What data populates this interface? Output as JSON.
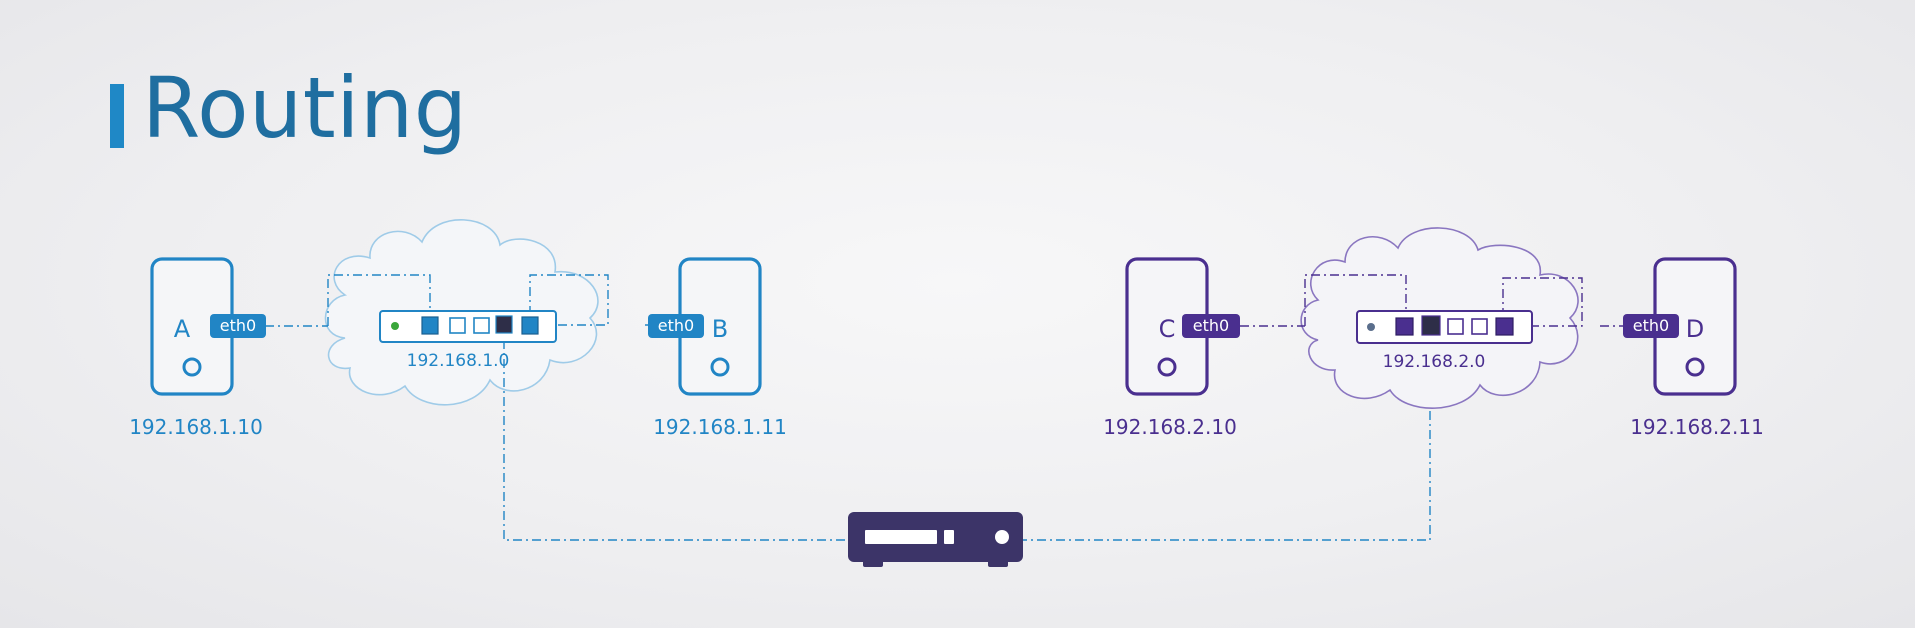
{
  "title": "Routing",
  "colors": {
    "network1": "#2185c5",
    "network1_light": "#9fcbe8",
    "network2": "#4a2f8f",
    "network2_light": "#8a76c0",
    "router": "#3c3468",
    "port_dark": "#2e2e48",
    "link_led": "#3aa63a"
  },
  "hosts": [
    {
      "id": "host-a",
      "letter": "A",
      "interface": "eth0",
      "ip": "192.168.1.10",
      "network": "network1"
    },
    {
      "id": "host-b",
      "letter": "B",
      "interface": "eth0",
      "ip": "192.168.1.11",
      "network": "network1"
    },
    {
      "id": "host-c",
      "letter": "C",
      "interface": "eth0",
      "ip": "192.168.2.10",
      "network": "network2"
    },
    {
      "id": "host-d",
      "letter": "D",
      "interface": "eth0",
      "ip": "192.168.2.11",
      "network": "network2"
    }
  ],
  "switches": [
    {
      "id": "switch-1",
      "network_address": "192.168.1.0",
      "network": "network1"
    },
    {
      "id": "switch-2",
      "network_address": "192.168.2.0",
      "network": "network2"
    }
  ],
  "router": {
    "icon": "router-icon"
  }
}
